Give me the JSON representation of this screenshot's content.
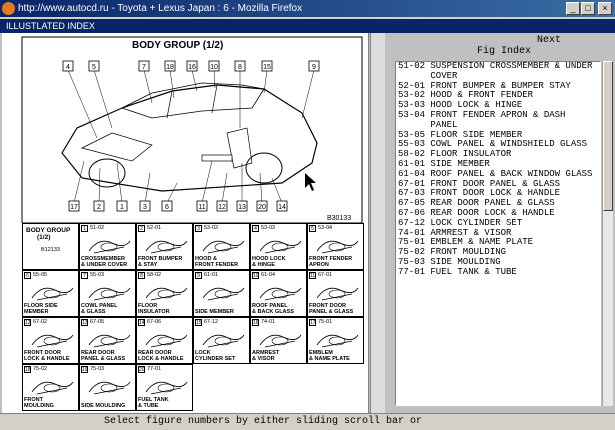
{
  "window": {
    "title": "http://www.autocd.ru - Toyota + Lexus Japan : 6 - Mozilla Firefox",
    "panel_title": "ILLUSTLATED INDEX"
  },
  "drawing": {
    "title": "BODY GROUP (1/2)",
    "ref_code": "B30133",
    "callouts": [
      "4",
      "5",
      "7",
      "18",
      "16",
      "10",
      "8",
      "15",
      "9",
      "17",
      "2",
      "1",
      "3",
      "6",
      "11",
      "12",
      "13",
      "20",
      "14"
    ]
  },
  "thumbs": {
    "group_title": "BODY GROUP",
    "group_sub": "(1/2)",
    "group_ref": "B12133",
    "cells": [
      {
        "num": "1",
        "code": "51-02",
        "label": "CROSSMEMBER\n& UNDER COVER"
      },
      {
        "num": "2",
        "code": "52-01",
        "label": "FRONT BUMPER\n& STAY"
      },
      {
        "num": "3",
        "code": "53-02",
        "label": "HOOD &\nFRONT FENDER"
      },
      {
        "num": "4",
        "code": "53-03",
        "label": "HOOD LOCK\n& HINGE"
      },
      {
        "num": "5",
        "code": "53-04",
        "label": "FRONT FENDER\nAPRON"
      },
      {
        "num": "6",
        "code": "55-05",
        "label": "FLOOR SIDE\nMEMBER"
      },
      {
        "num": "7",
        "code": "55-03",
        "label": "COWL PANEL\n& GLASS"
      },
      {
        "num": "8",
        "code": "58-02",
        "label": "FLOOR\nINSULATOR"
      },
      {
        "num": "9",
        "code": "61-01",
        "label": "SIDE MEMBER"
      },
      {
        "num": "10",
        "code": "61-04",
        "label": "ROOF PANEL\n& BACK GLASS"
      },
      {
        "num": "11",
        "code": "67-01",
        "label": "FRONT DOOR\nPANEL & GLASS"
      },
      {
        "num": "12",
        "code": "67-02",
        "label": "FRONT DOOR\nLOCK & HANDLE"
      },
      {
        "num": "13",
        "code": "67-05",
        "label": "REAR DOOR\nPANEL & GLASS"
      },
      {
        "num": "14",
        "code": "67-06",
        "label": "REAR DOOR\nLOCK & HANDLE"
      },
      {
        "num": "15",
        "code": "67-12",
        "label": "LOCK\nCYLINDER SET"
      },
      {
        "num": "16",
        "code": "74-01",
        "label": "ARMREST\n& VISOR"
      },
      {
        "num": "17",
        "code": "75-01",
        "label": "EMBLEM\n& NAME PLATE"
      },
      {
        "num": "18",
        "code": "75-02",
        "label": "FRONT\nMOULDING"
      },
      {
        "num": "19",
        "code": "75-03",
        "label": "SIDE MOULDING"
      },
      {
        "num": "20",
        "code": "77-01",
        "label": "FUEL TANK\n& TUBE"
      }
    ]
  },
  "right": {
    "next_label": "Next",
    "fig_index_label": "Fig Index",
    "items": [
      "51-02 SUSPENSION CROSSMEMBER & UNDER",
      "      COVER",
      "52-01 FRONT BUMPER & BUMPER STAY",
      "53-02 HOOD & FRONT FENDER",
      "53-03 HOOD LOCK & HINGE",
      "53-04 FRONT FENDER APRON & DASH",
      "      PANEL",
      "53-05 FLOOR SIDE MEMBER",
      "55-03 COWL PANEL & WINDSHIELD GLASS",
      "58-02 FLOOR INSULATOR",
      "61-01 SIDE MEMBER",
      "61-04 ROOF PANEL & BACK WINDOW GLASS",
      "67-01 FRONT DOOR PANEL & GLASS",
      "67-03 FRONT DOOR LOCK & HANDLE",
      "67-05 REAR DOOR PANEL & GLASS",
      "67-06 REAR DOOR LOCK & HANDLE",
      "67-12 LOCK CYLINDER SET",
      "74-01 ARMREST & VISOR",
      "75-01 EMBLEM & NAME PLATE",
      "75-02 FRONT MOULDING",
      "75-03 SIDE MOULDING",
      "77-01 FUEL TANK & TUBE"
    ]
  },
  "status": {
    "text": "Select figure numbers by either sliding scroll bar or"
  }
}
